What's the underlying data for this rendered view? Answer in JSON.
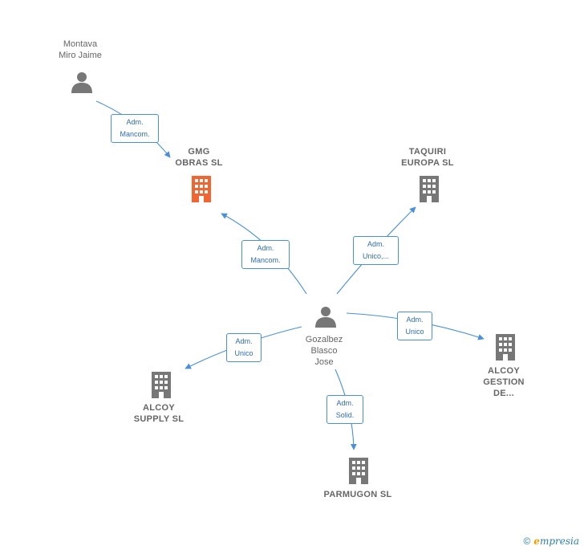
{
  "colors": {
    "edge": "#4a90d9",
    "person": "#777777",
    "company": "#777777",
    "company_highlight": "#f26530"
  },
  "people": [
    {
      "id": "montava",
      "label": "Montava\nMiro Jaime"
    },
    {
      "id": "gozalbez",
      "label": "Gozalbez\nBlasco\nJose"
    }
  ],
  "companies": [
    {
      "id": "gmg",
      "label": "GMG\nOBRAS  SL",
      "highlight": true
    },
    {
      "id": "taquiri",
      "label": "TAQUIRI\nEUROPA SL",
      "highlight": false
    },
    {
      "id": "alcoy_gestion",
      "label": "ALCOY\nGESTION\nDE...",
      "highlight": false
    },
    {
      "id": "alcoy_supply",
      "label": "ALCOY\nSUPPLY  SL",
      "highlight": false
    },
    {
      "id": "parmugon",
      "label": "PARMUGON  SL",
      "highlight": false
    }
  ],
  "relations": [
    {
      "from": "montava",
      "to": "gmg",
      "label": "Adm.\nMancom."
    },
    {
      "from": "gozalbez",
      "to": "gmg",
      "label": "Adm.\nMancom."
    },
    {
      "from": "gozalbez",
      "to": "taquiri",
      "label": "Adm.\nUnico,..."
    },
    {
      "from": "gozalbez",
      "to": "alcoy_gestion",
      "label": "Adm.\nUnico"
    },
    {
      "from": "gozalbez",
      "to": "alcoy_supply",
      "label": "Adm.\nUnico"
    },
    {
      "from": "gozalbez",
      "to": "parmugon",
      "label": "Adm.\nSolid."
    }
  ],
  "watermark": {
    "symbol": "©",
    "brand_initial": "e",
    "brand_rest": "mpresia"
  }
}
